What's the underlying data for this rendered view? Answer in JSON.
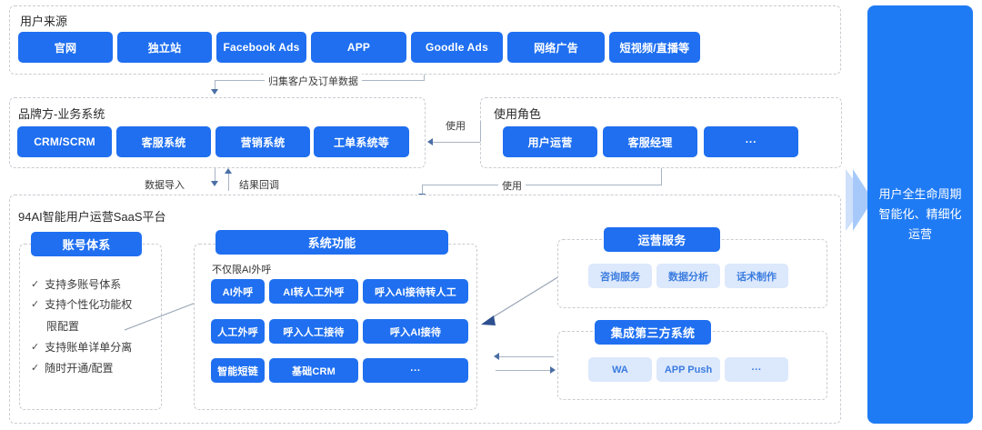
{
  "sections": {
    "user_source": {
      "title": "用户来源",
      "items": [
        {
          "label": "官网"
        },
        {
          "label": "独立站"
        },
        {
          "label": "Facebook Ads"
        },
        {
          "label": "APP"
        },
        {
          "label": "Goodle Ads"
        },
        {
          "label": "网络广告"
        },
        {
          "label": "短视频/直播等"
        }
      ]
    },
    "brand_business": {
      "title": "品牌方-业务系统",
      "items": [
        {
          "label": "CRM/SCRM"
        },
        {
          "label": "客服系统"
        },
        {
          "label": "营销系统"
        },
        {
          "label": "工单系统等"
        }
      ]
    },
    "roles": {
      "title": "使用角色",
      "items": [
        {
          "label": "用户运营"
        },
        {
          "label": "客服经理"
        },
        {
          "label": "···"
        }
      ]
    },
    "platform": {
      "title": "94AI智能用户运营SaaS平台",
      "account_system": {
        "header": "账号体系",
        "features": [
          {
            "text": "支持多账号体系",
            "cont": ""
          },
          {
            "text": "支持个性化功能权",
            "cont": "限配置"
          },
          {
            "text": "支持账单详单分离",
            "cont": ""
          },
          {
            "text": "随时开通/配置",
            "cont": ""
          }
        ],
        "check_glyph": "✓"
      },
      "system_functions": {
        "header": "系统功能",
        "note": "不仅限AI外呼",
        "grid": [
          [
            "AI外呼",
            "AI转人工外呼",
            "呼入AI接待转人工"
          ],
          [
            "人工外呼",
            "呼入人工接待",
            "呼入AI接待"
          ],
          [
            "智能短链",
            "基础CRM",
            "···"
          ]
        ]
      },
      "ops_service": {
        "header": "运营服务",
        "items": [
          {
            "label": "咨询服务"
          },
          {
            "label": "数据分析"
          },
          {
            "label": "话术制作"
          }
        ]
      },
      "third_party": {
        "header": "集成第三方系统",
        "items": [
          {
            "label": "WA"
          },
          {
            "label": "APP Push"
          },
          {
            "label": "···"
          }
        ]
      }
    },
    "outcome": {
      "text": "用户全生命周期智能化、精细化运营",
      "lines": [
        "用户全生命周期",
        "智能化、精细化",
        "运营"
      ]
    }
  },
  "edges": {
    "collect": "归集客户及订单数据",
    "use_roles_to_business": "使用",
    "use_roles_to_platform": "使用",
    "data_import": "数据导入",
    "result_callback": "结果回调"
  },
  "colors": {
    "primary_blue": "#1f6ff0",
    "outcome_blue": "#1f7bf4",
    "chip_bg": "#dce8fb",
    "chip_text": "#3a7ce0",
    "dashed_border": "#c9ccd1",
    "connector": "#a9b4c4",
    "arrow": "#4a6fa5"
  }
}
